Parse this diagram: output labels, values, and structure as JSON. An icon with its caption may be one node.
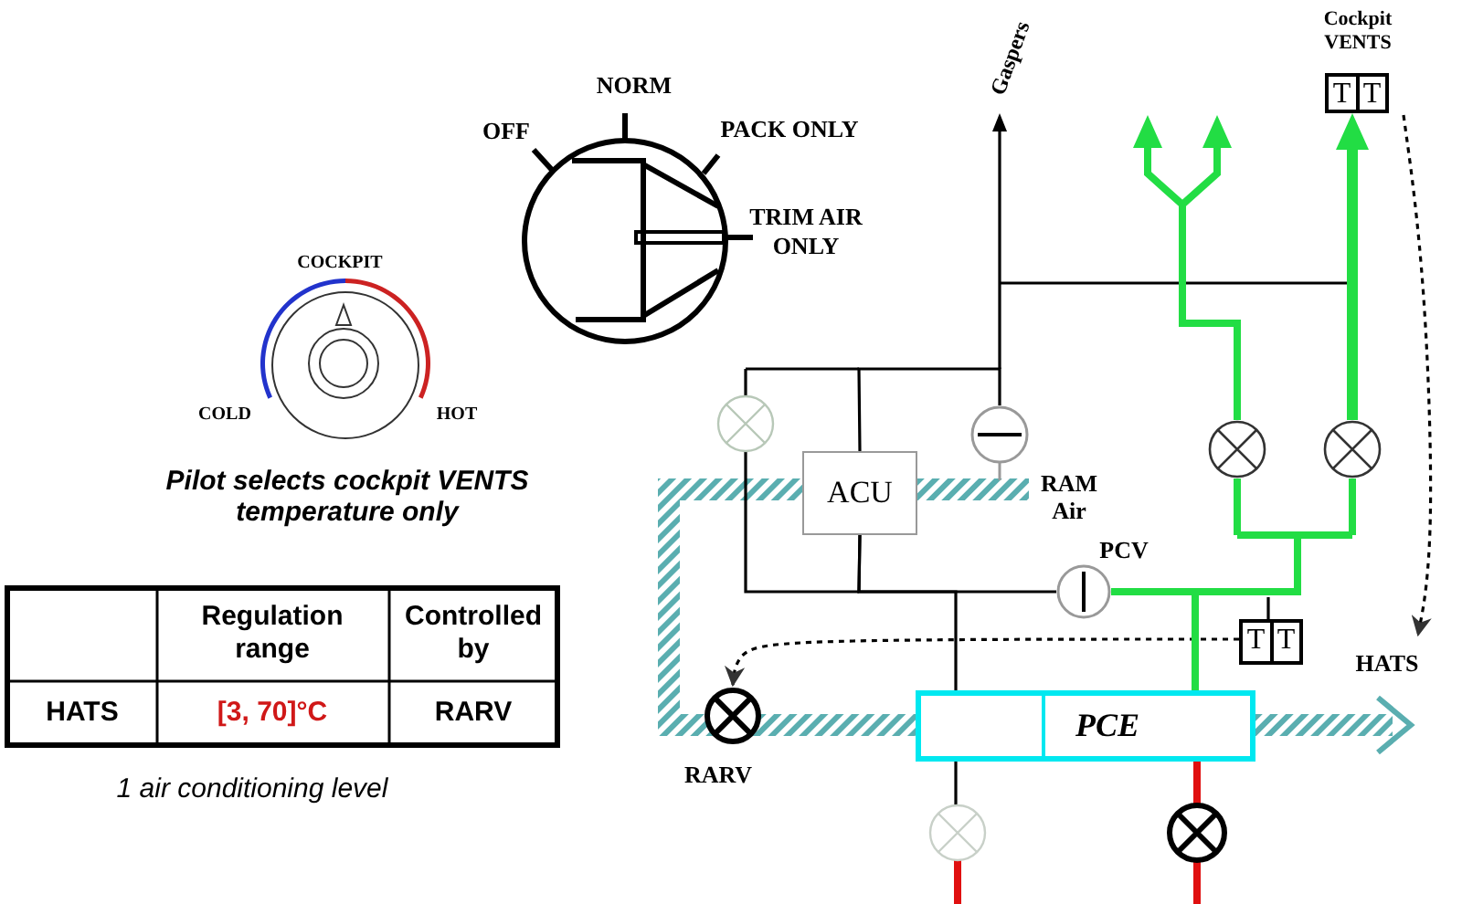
{
  "diagram": {
    "nodes": [
      {
        "text": [
          "T",
          "T"
        ],
        "beside": [
          "Cockpit VENTS"
        ]
      },
      {
        "text": [],
        "shape": "circle",
        "beside": [
          "RAM Air"
        ]
      },
      {
        "text": [
          "ACU"
        ]
      },
      {
        "text": [],
        "shape": "circle",
        "beside": [
          "PCV"
        ]
      },
      {
        "text": [
          "T",
          "T"
        ],
        "beside": [
          "HATS"
        ]
      },
      {
        "text": [],
        "shape": "circle",
        "beside": [
          "RARV"
        ]
      },
      {
        "text": [
          "PCE"
        ]
      }
    ],
    "edges": [
      {
        "from": 0,
        "to": 4,
        "arrow": "to",
        "style": "dashed"
      },
      {
        "from": 4,
        "to": 5,
        "arrow": "to",
        "style": "dashed"
      },
      {
        "from": 1,
        "to": 2,
        "arrow": "none"
      },
      {
        "from": 2,
        "to": 6,
        "arrow": "none"
      },
      {
        "from": 2,
        "to": 3,
        "arrow": "none"
      },
      {
        "from": 3,
        "to": 6,
        "arrow": "none",
        "style": "thick",
        "color": "#22dd44"
      }
    ],
    "labels": [
      "NORM",
      "OFF",
      "PACK ONLY",
      "TRIM AIR ONLY",
      "Gaspers",
      "COCKPIT",
      "COLD",
      "HOT",
      "Pilot selects cockpit VENTS temperature only",
      "Regulation range",
      "Controlled by",
      "HATS",
      "[3, 70]°C",
      "RARV",
      "1 air conditioning level"
    ]
  }
}
